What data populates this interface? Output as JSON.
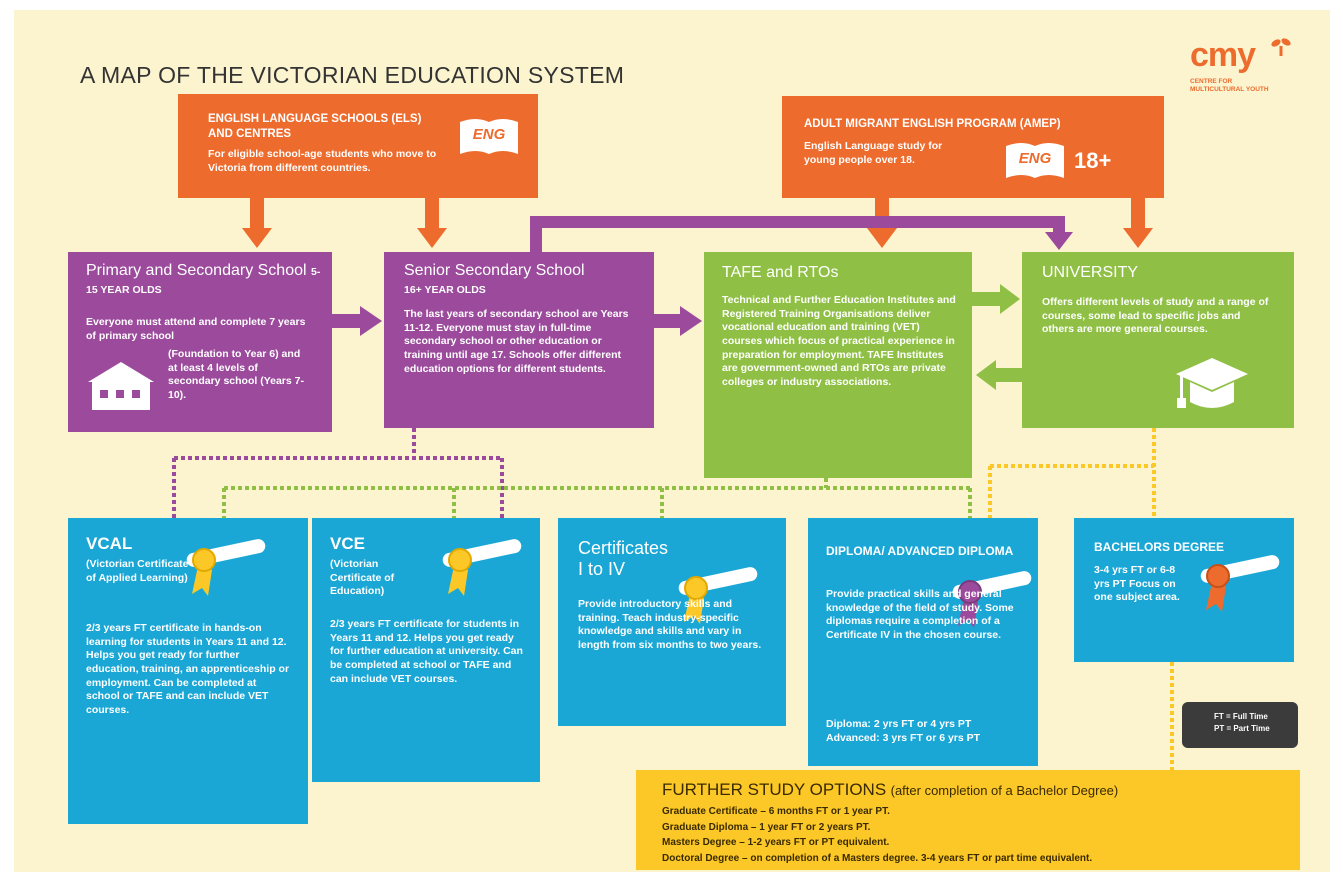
{
  "title": "A MAP OF THE VICTORIAN EDUCATION SYSTEM",
  "logo": {
    "word": "cmy",
    "subtitle_line1": "CENTRE FOR",
    "subtitle_line2": "MULTICULTURAL YOUTH"
  },
  "els": {
    "heading": "ENGLISH LANGUAGE SCHOOLS (ELS) AND CENTRES",
    "body": "For eligible school-age students who move to Victoria from different countries.",
    "badge": "ENG"
  },
  "amep": {
    "heading": "ADULT MIGRANT ENGLISH PROGRAM (AMEP)",
    "body": "English Language study for young people over 18.",
    "badge": "ENG",
    "age": "18+"
  },
  "primary": {
    "heading": "Primary and Secondary School",
    "age": "5-15 YEAR OLDS",
    "body1": "Everyone must attend and complete 7 years of primary school",
    "body2": "(Foundation to Year 6) and at least 4 levels of secondary school (Years 7-10)."
  },
  "senior": {
    "heading": "Senior Secondary School",
    "age": "16+ YEAR OLDS",
    "body": "The last years of secondary school are Years 11-12. Everyone must stay in full-time secondary school or other education or training until age 17. Schools offer different education options for different students."
  },
  "tafe": {
    "heading": "TAFE and RTOs",
    "body": "Technical and Further Education Institutes and Registered Training Organisations deliver vocational education and training (VET) courses which focus of practical experience in preparation for employment. TAFE Institutes are government-owned and RTOs are private colleges or industry associations."
  },
  "university": {
    "heading": "UNIVERSITY",
    "body": "Offers different levels of study and a range of courses, some lead to specific jobs and others are more general courses."
  },
  "vcal": {
    "heading": "VCAL",
    "subheading": "(Victorian Certificate of Applied Learning)",
    "body": "2/3 years FT certificate in hands-on learning for students in Years 11 and 12. Helps you get ready for further education, training, an apprenticeship or employment. Can be completed at school or TAFE and can include VET courses."
  },
  "vce": {
    "heading": "VCE",
    "subheading": "(Victorian Certificate of Education)",
    "body": "2/3 years FT certificate for students in Years 11 and 12. Helps you get ready for further education at university. Can be completed at school or TAFE and can include VET courses."
  },
  "certificates": {
    "heading_line1": "Certificates",
    "heading_line2": "I to IV",
    "body": "Provide introductory skills and training. Teach industry-specific knowledge and skills and vary in length from six months to two years."
  },
  "diploma": {
    "heading": "DIPLOMA/ ADVANCED DIPLOMA",
    "body": "Provide practical skills and general knowledge of the field of study. Some diplomas require a completion of a Certificate IV in the chosen course.",
    "diploma_line": "Diploma: 2 yrs FT or 4 yrs PT",
    "advanced_line": "Advanced: 3 yrs FT or 6 yrs PT"
  },
  "bachelors": {
    "heading": "BACHELORS DEGREE",
    "body": "3-4 yrs FT or 6-8 yrs PT Focus on one subject area."
  },
  "legend": {
    "ft": "FT = Full Time",
    "pt": "PT = Part Time"
  },
  "further": {
    "heading": "FURTHER STUDY OPTIONS",
    "heading_note": "(after completion of a Bachelor Degree)",
    "items": [
      "Graduate Certificate – 6 months FT or 1 year PT.",
      "Graduate Diploma – 1 year FT or 2 years PT.",
      "Masters Degree – 1-2 years FT or PT equivalent.",
      "Doctoral Degree – on completion of a Masters degree. 3-4 years FT or part time equivalent."
    ]
  },
  "colors": {
    "orange": "#ec6b2d",
    "purple": "#9b4a9c",
    "green": "#8fc045",
    "blue": "#1aa7d6",
    "yellow": "#fcc827",
    "background": "#fcf4cf"
  }
}
